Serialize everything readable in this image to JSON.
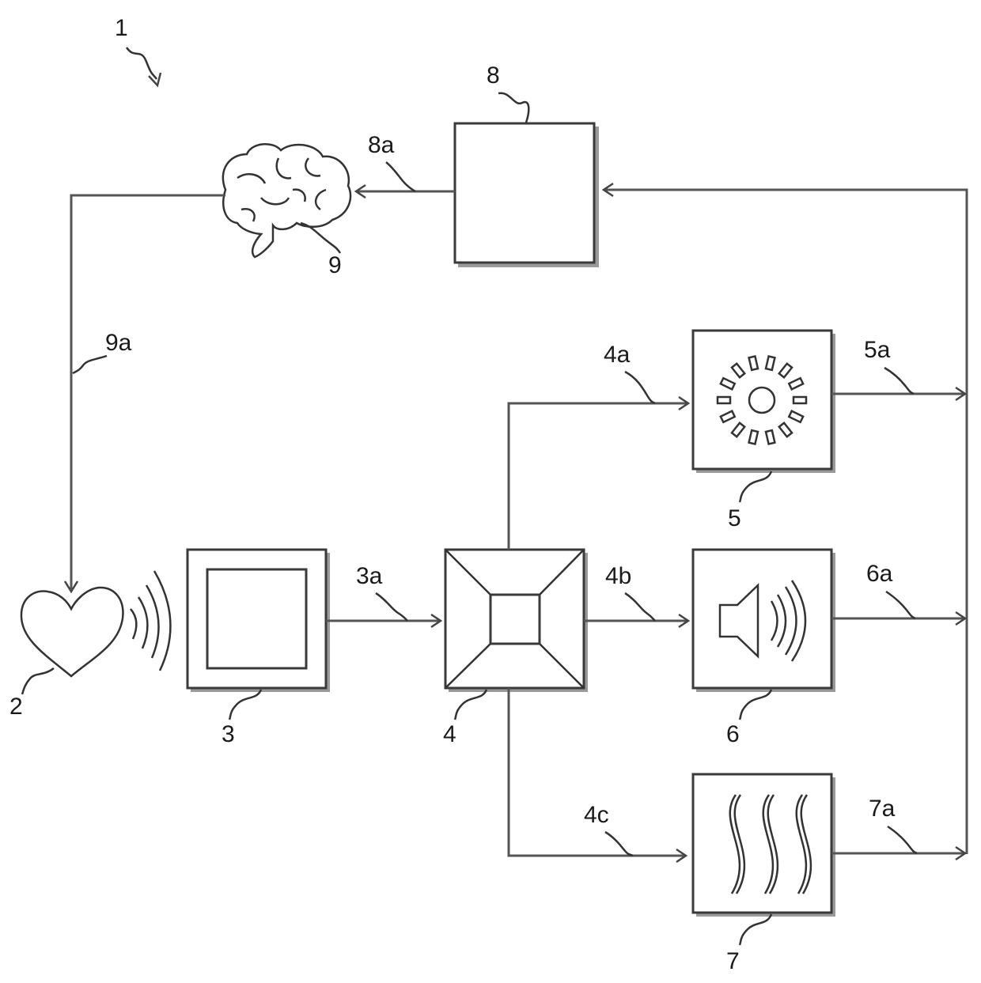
{
  "labels": {
    "system": "1",
    "heart": "2",
    "sensor": "3",
    "processor": "4",
    "light_unit": "5",
    "sound_unit": "6",
    "heat_unit": "7",
    "combiner": "8",
    "brain": "9",
    "signal_3a": "3a",
    "signal_4a": "4a",
    "signal_4b": "4b",
    "signal_4c": "4c",
    "signal_5a": "5a",
    "signal_6a": "6a",
    "signal_7a": "7a",
    "signal_8a": "8a",
    "signal_9a": "9a"
  }
}
